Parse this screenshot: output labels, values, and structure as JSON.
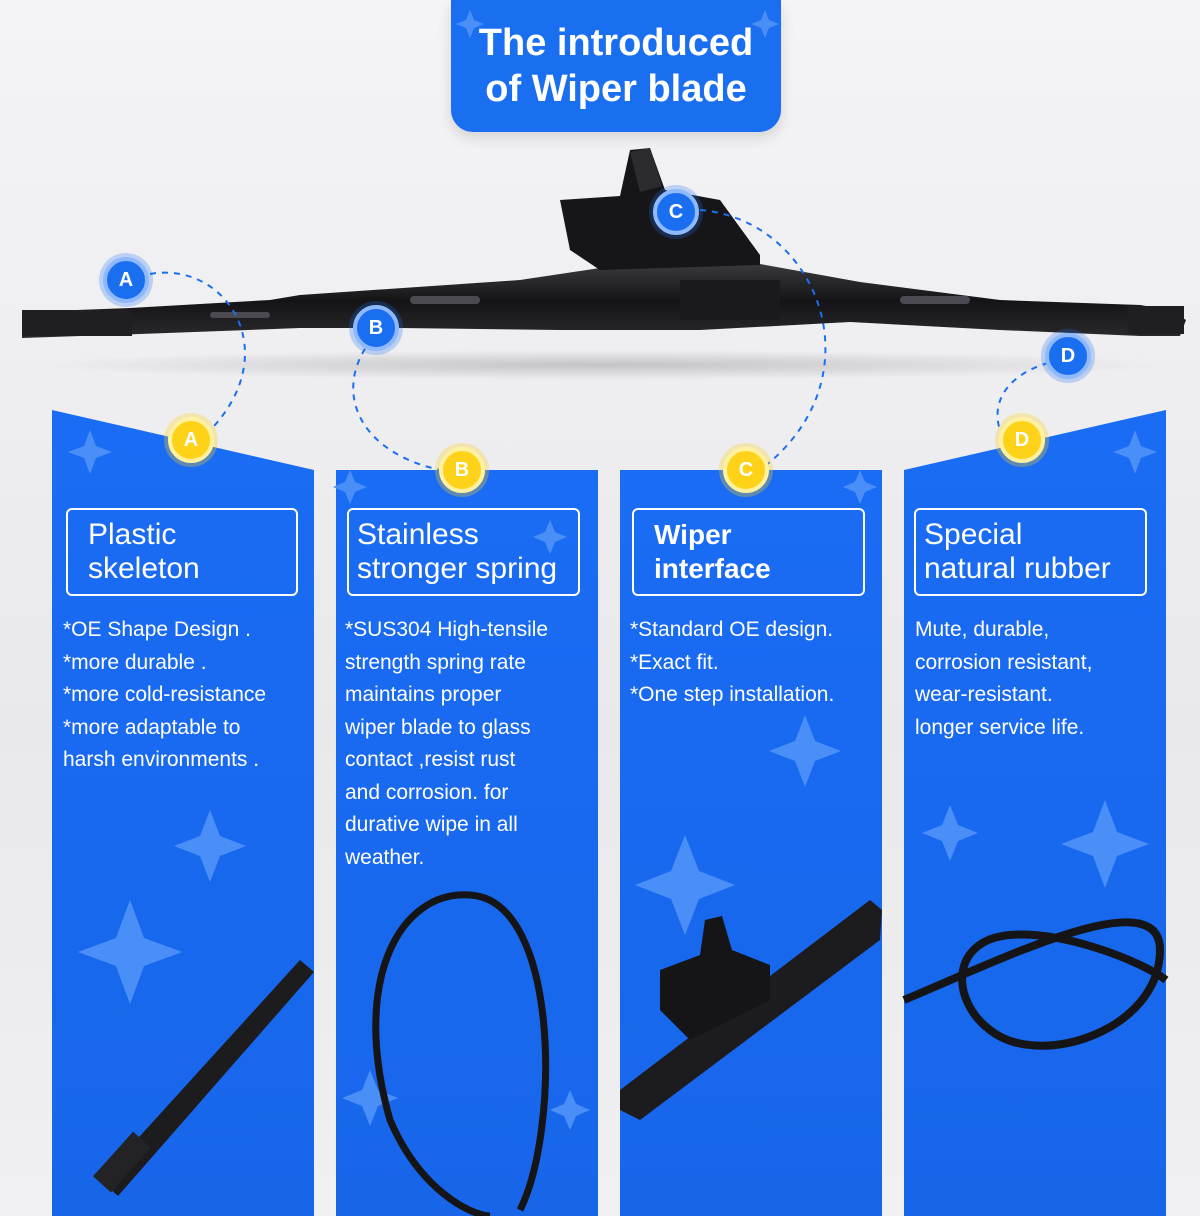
{
  "title": {
    "line1": "The introduced",
    "line2": "of Wiper blade"
  },
  "markers": {
    "a": "A",
    "b": "B",
    "c": "C",
    "d": "D"
  },
  "features": [
    {
      "letter": "A",
      "heading": [
        "Plastic",
        "skeleton"
      ],
      "lines": [
        "*OE Shape Design .",
        "*more durable .",
        "*more cold-resistance",
        "*more adaptable to",
        "harsh environments ."
      ]
    },
    {
      "letter": "B",
      "heading": [
        "Stainless",
        "stronger spring"
      ],
      "lines": [
        "*SUS304 High-tensile",
        "strength spring rate",
        "maintains proper",
        "wiper blade to glass",
        "contact ,resist rust",
        "and corrosion. for",
        "durative wipe in all",
        "weather."
      ]
    },
    {
      "letter": "C",
      "heading": [
        "Wiper",
        "interface"
      ],
      "lines": [
        "*Standard OE design.",
        "*Exact fit.",
        "*One step installation."
      ]
    },
    {
      "letter": "D",
      "heading": [
        "Special",
        "natural rubber"
      ],
      "lines": [
        "Mute, durable,",
        "corrosion resistant,",
        "wear-resistant.",
        "longer service life."
      ]
    }
  ],
  "colors": {
    "primary": "#1a6ff0",
    "accent": "#ffd21a",
    "product": "#1c1c1e"
  },
  "icons": [
    "sparkle-icon",
    "wiper-blade-image",
    "spring-coil-image",
    "connector-image",
    "rubber-strip-image"
  ]
}
